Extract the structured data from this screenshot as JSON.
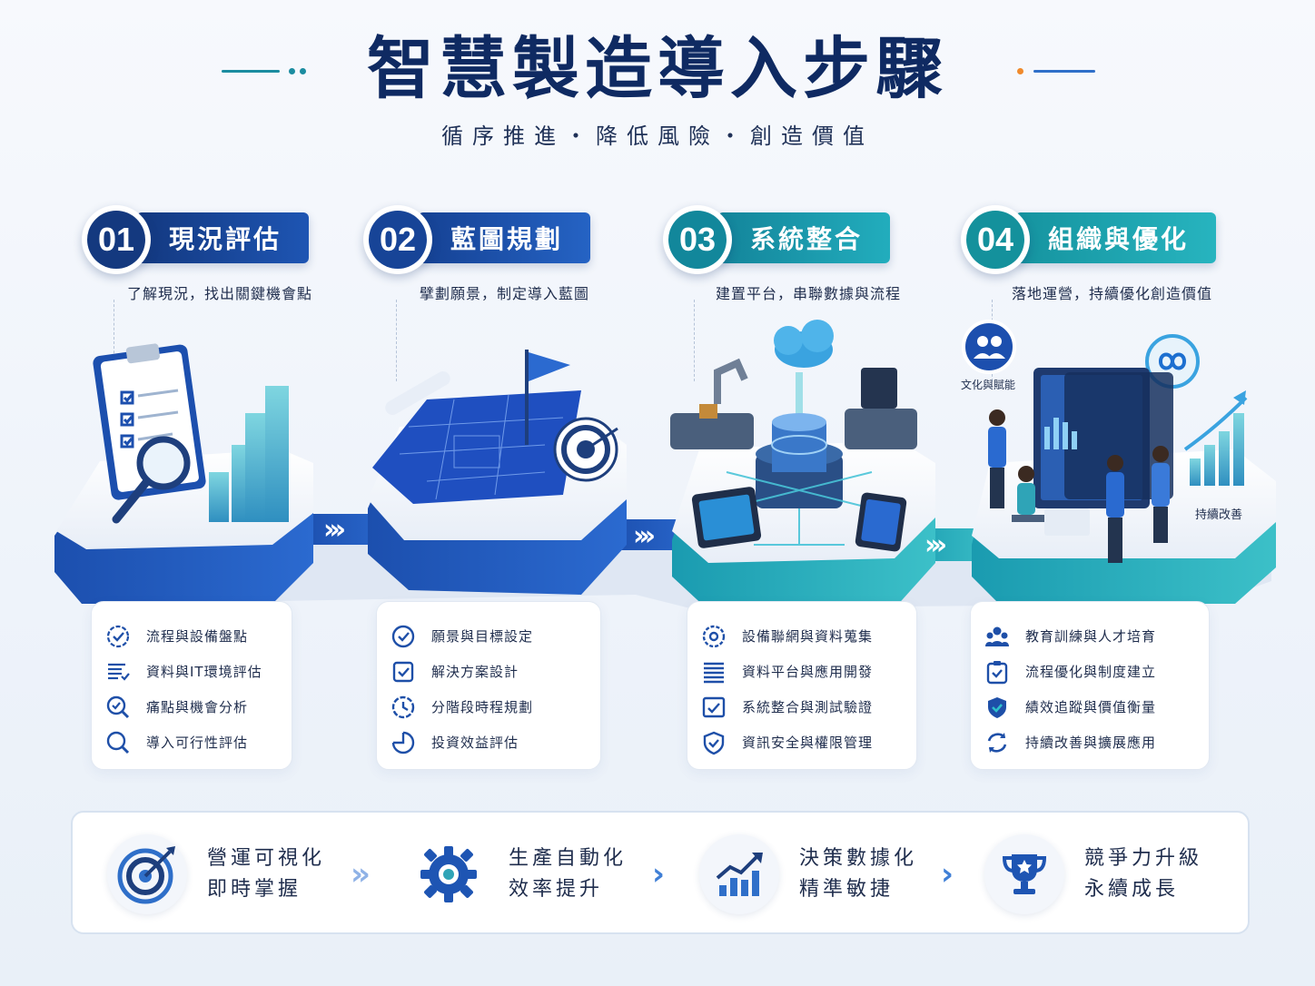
{
  "header": {
    "title": "智慧製造導入步驟",
    "subtitle": "循序推進・降低風險・創造價值"
  },
  "colors": {
    "navy": "#0f2a62",
    "blue": "#1e55b3",
    "teal": "#1fa8b5",
    "accent_orange": "#f08a2c"
  },
  "steps": [
    {
      "number": "01",
      "title": "現況評估",
      "desc": "了解現況，找出關鍵機會點",
      "items": [
        {
          "icon": "checklist-circle-icon",
          "label": "流程與設備盤點"
        },
        {
          "icon": "document-list-icon",
          "label": "資料與IT環境評估"
        },
        {
          "icon": "analysis-magnifier-icon",
          "label": "痛點與機會分析"
        },
        {
          "icon": "search-icon",
          "label": "導入可行性評估"
        }
      ]
    },
    {
      "number": "02",
      "title": "藍圖規劃",
      "desc": "擘劃願景，制定導入藍圖",
      "items": [
        {
          "icon": "check-circle-icon",
          "label": "願景與目標設定"
        },
        {
          "icon": "check-square-icon",
          "label": "解決方案設計"
        },
        {
          "icon": "clock-icon",
          "label": "分階段時程規劃"
        },
        {
          "icon": "pie-chart-icon",
          "label": "投資效益評估"
        }
      ]
    },
    {
      "number": "03",
      "title": "系統整合",
      "desc": "建置平台，串聯數據與流程",
      "items": [
        {
          "icon": "network-gear-icon",
          "label": "設備聯網與資料蒐集"
        },
        {
          "icon": "list-icon",
          "label": "資料平台與應用開發"
        },
        {
          "icon": "chart-check-icon",
          "label": "系統整合與測試驗證"
        },
        {
          "icon": "shield-check-icon",
          "label": "資訊安全與權限管理"
        }
      ]
    },
    {
      "number": "04",
      "title": "組織與優化",
      "desc": "落地運營，持續優化創造價值",
      "items": [
        {
          "icon": "people-icon",
          "label": "教育訓練與人才培育"
        },
        {
          "icon": "clipboard-check-icon",
          "label": "流程優化與制度建立"
        },
        {
          "icon": "shield-badge-icon",
          "label": "績效追蹤與價值衡量"
        },
        {
          "icon": "refresh-cycle-icon",
          "label": "持續改善與擴展應用"
        }
      ],
      "illus_labels": {
        "culture": "文化與賦能",
        "improve": "持續改善"
      }
    }
  ],
  "benefits": [
    {
      "icon": "target-icon",
      "line1": "營運可視化",
      "line2": "即時掌握"
    },
    {
      "icon": "gear-icon",
      "line1": "生產自動化",
      "line2": "效率提升"
    },
    {
      "icon": "growth-chart-icon",
      "line1": "決策數據化",
      "line2": "精準敏捷"
    },
    {
      "icon": "trophy-icon",
      "line1": "競爭力升級",
      "line2": "永續成長"
    }
  ]
}
